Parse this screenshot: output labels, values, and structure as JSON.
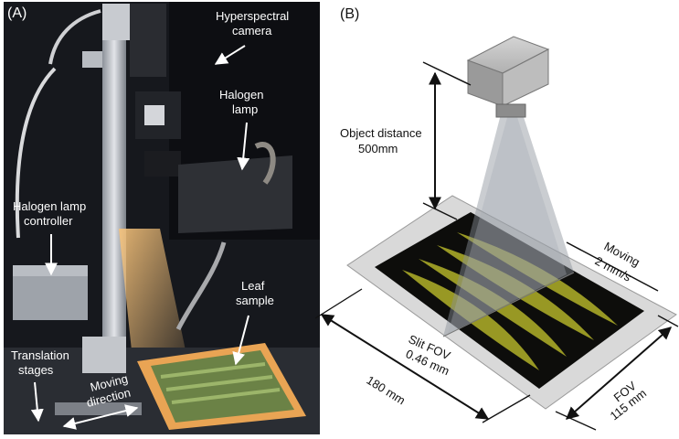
{
  "panel_a": {
    "tag": "(A)",
    "labels": {
      "camera_l1": "Hyperspectral",
      "camera_l2": "camera",
      "lamp_l1": "Halogen",
      "lamp_l2": "lamp",
      "controller_l1": "Halogen lamp",
      "controller_l2": "controller",
      "leaf_l1": "Leaf",
      "leaf_l2": "sample",
      "stages_l1": "Translation",
      "stages_l2": "stages",
      "moving_l1": "Moving",
      "moving_l2": "direction"
    }
  },
  "panel_b": {
    "tag": "(B)",
    "labels": {
      "object_distance_l1": "Object distance",
      "object_distance_l2": "500mm",
      "moving_l1": "Moving",
      "moving_l2": "2 mm/s",
      "slit_l1": "Slit FOV",
      "slit_l2": "0.46 mm",
      "width": "180 mm",
      "fov_l1": "FOV",
      "fov_l2": "115 mm"
    }
  },
  "colors": {
    "photo_dark": "#16181d",
    "leaf": "#c7c72e",
    "tray": "#d9d9d9",
    "sample_bg": "#0d0d0b",
    "beam": "#8a9098",
    "text_dark": "#111111",
    "text_light": "#ffffff"
  }
}
